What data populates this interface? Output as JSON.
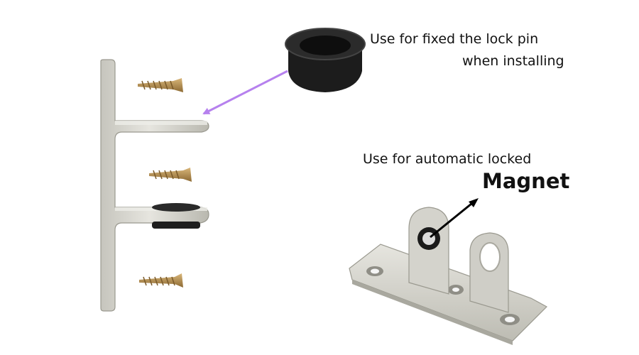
{
  "annotations": {
    "spacer_note_line1": "Use for fixed the lock pin",
    "spacer_note_line2": "when installing",
    "magnet_note": "Use for automatic locked",
    "magnet_label": "Magnet"
  },
  "colors": {
    "metal": "#d7d6cf",
    "metal_shadow": "#a9a89f",
    "screw": "#b08a4a",
    "spacer": "#222222",
    "arrow_purple": "#b681ee",
    "arrow_black": "#000000"
  },
  "icons": [
    "bracket-icon",
    "screw-icon",
    "spacer-ring-icon",
    "magnet-icon",
    "mount-base-icon"
  ]
}
